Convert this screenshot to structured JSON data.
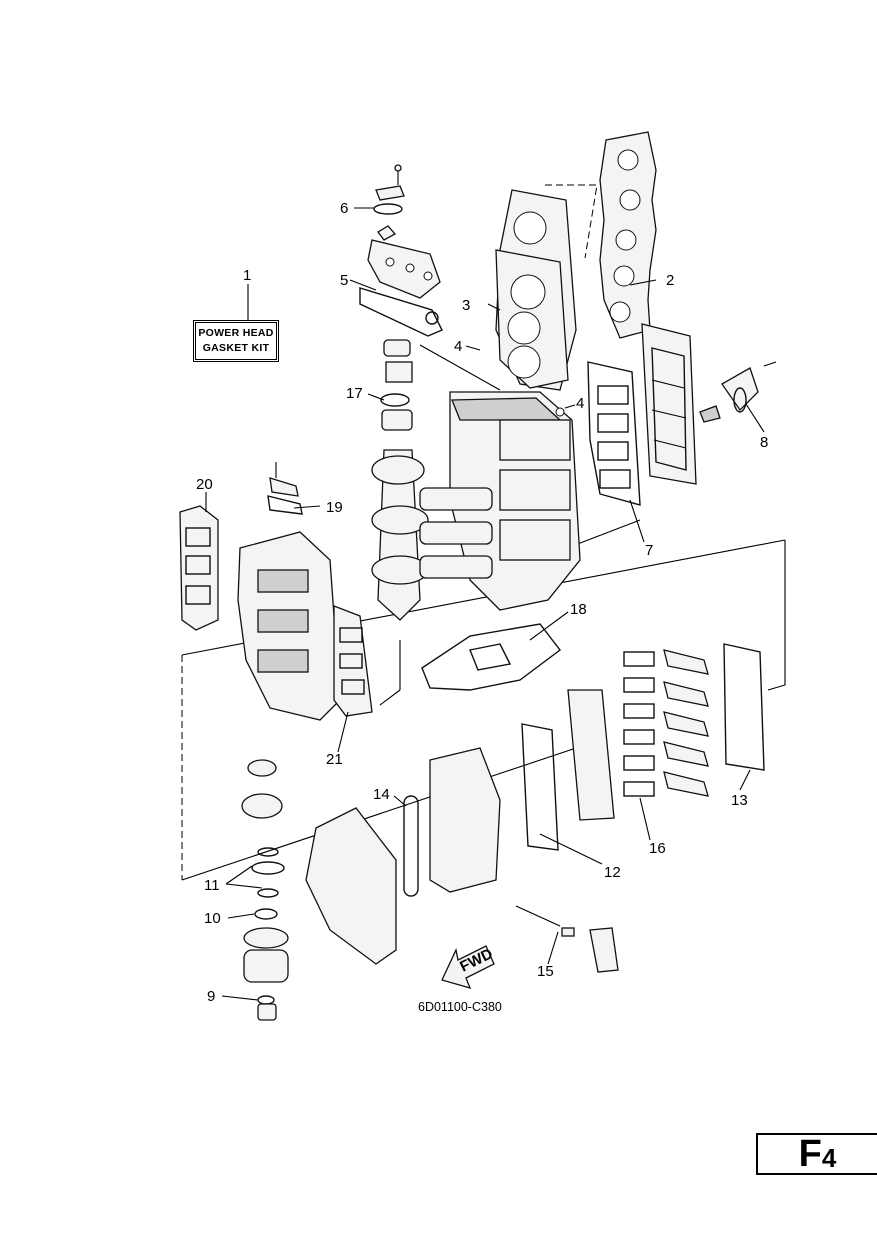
{
  "kit_label": {
    "line1": "POWER HEAD",
    "line2": "GASKET KIT"
  },
  "callouts": [
    "1",
    "2",
    "3",
    "4",
    "4",
    "5",
    "6",
    "7",
    "8",
    "9",
    "10",
    "11",
    "12",
    "13",
    "14",
    "15",
    "16",
    "17",
    "18",
    "19",
    "20",
    "21"
  ],
  "fwd_label": "FWD",
  "diagram_code": "6D01100-C380",
  "page_id": {
    "letter": "F",
    "number": "4"
  }
}
